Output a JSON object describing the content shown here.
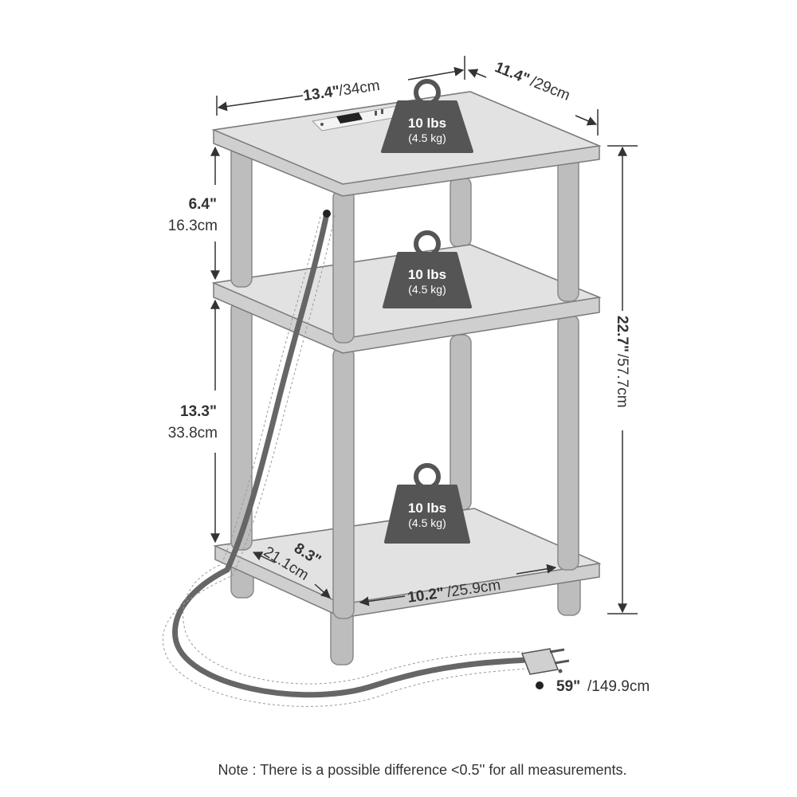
{
  "dimensions": {
    "top_width": {
      "in": "13.4\"",
      "cm": "/34cm"
    },
    "top_depth": {
      "in": "11.4\"",
      "cm": "/29cm"
    },
    "height_total": {
      "in": "22.7\"",
      "cm": "/57.7cm"
    },
    "shelf_gap_top": {
      "in": "6.4\"",
      "cm": "16.3cm"
    },
    "shelf_gap_bottom": {
      "in": "13.3\"",
      "cm": "33.8cm"
    },
    "bottom_depth": {
      "in": "8.3\"",
      "cm": "21.1cm"
    },
    "bottom_width": {
      "in": "10.2\"",
      "cm": "/25.9cm"
    },
    "cord_length": {
      "in": "59\"",
      "cm": "/149.9cm"
    }
  },
  "weights": [
    {
      "lbs": "10 lbs",
      "kg": "(4.5 kg)"
    },
    {
      "lbs": "10 lbs",
      "kg": "(4.5 kg)"
    },
    {
      "lbs": "10 lbs",
      "kg": "(4.5 kg)"
    }
  ],
  "note": "Note : There is a possible difference <0.5'' for all measurements.",
  "colors": {
    "shelf_fill": "#d9d9d9",
    "shelf_stroke": "#7a7a7a",
    "leg_fill": "#bdbdbd",
    "weight_fill": "#555555",
    "line": "#333333"
  }
}
